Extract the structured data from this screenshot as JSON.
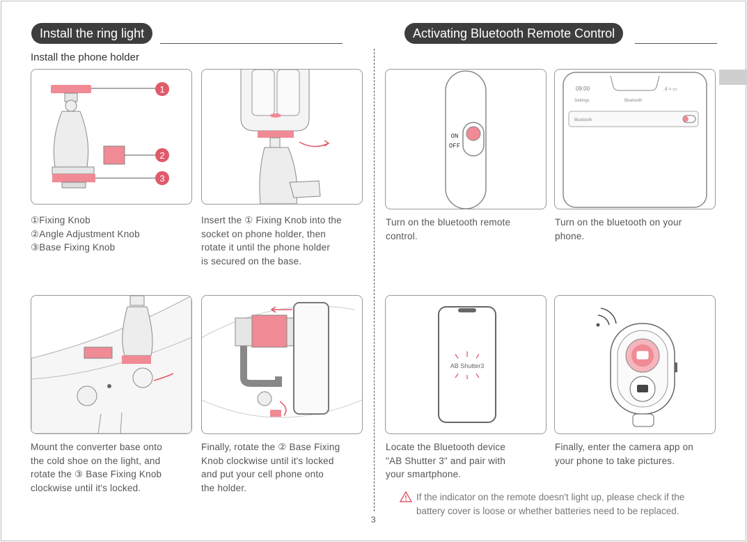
{
  "left_section": {
    "title": "Install the ring light",
    "subheading": "Install the phone holder"
  },
  "right_section": {
    "title": "Activating Bluetooth Remote Control"
  },
  "callouts": [
    "1",
    "2",
    "3"
  ],
  "captions": {
    "parts": [
      "①Fixing Knob",
      "②Angle Adjustment Knob",
      "③Base Fixing Knob"
    ],
    "insert": [
      "Insert the ① Fixing Knob into the",
      "socket on phone holder, then",
      "rotate it until the phone holder",
      "is secured on the base."
    ],
    "mount": [
      "Mount the converter base onto",
      "the cold shoe on the light, and",
      "rotate the  ③ Base Fixing Knob",
      "clockwise until it's locked."
    ],
    "finally_rotate": [
      "Finally, rotate the ② Base Fixing",
      "Knob clockwise until it's locked",
      "and put your cell phone onto",
      "the holder."
    ],
    "bt_remote": [
      "Turn on the bluetooth remote",
      "control."
    ],
    "bt_phone": [
      "Turn on the bluetooth on your",
      "phone."
    ],
    "locate": [
      "Locate the Bluetooth device",
      "\"AB Shutter 3\" and pair with",
      "your smartphone."
    ],
    "camera": [
      "Finally, enter the camera app on",
      "your phone to take pictures."
    ]
  },
  "remote_switch": {
    "on": "ON",
    "off": "OFF"
  },
  "phone_screen": {
    "time": "09:00",
    "back": "Settings",
    "header": "Bluetooth",
    "row": "Bluetooth"
  },
  "pairing_device": "AB Shutter3",
  "note": [
    "If the indicator on the remote doesn't light up, please check if the",
    "battery cover is loose or whether batteries need to be replaced."
  ],
  "page_number": "3",
  "colors": {
    "accent": "#e8707e",
    "accent_light": "#f5b5bd",
    "pill": "#3d3d3d"
  }
}
